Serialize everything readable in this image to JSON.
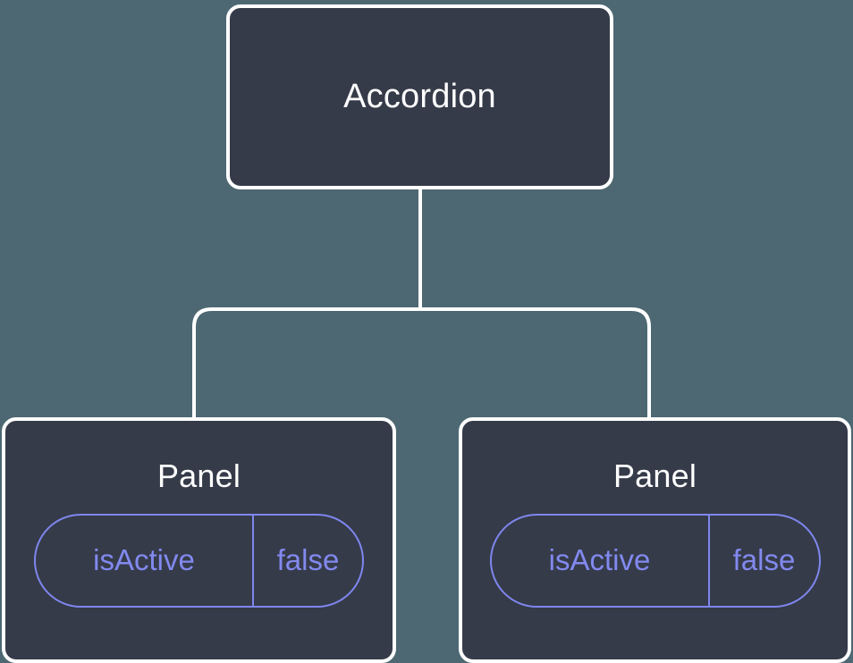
{
  "diagram": {
    "type": "component-tree",
    "background_color": "#4d6872",
    "node_fill_color": "#353b49",
    "node_border_color": "#ffffff",
    "connector_color": "#ffffff",
    "accent_color": "#8289ef",
    "root": {
      "label": "Accordion"
    },
    "children": [
      {
        "label": "Panel",
        "state": {
          "key": "isActive",
          "value": "false"
        }
      },
      {
        "label": "Panel",
        "state": {
          "key": "isActive",
          "value": "false"
        }
      }
    ]
  }
}
